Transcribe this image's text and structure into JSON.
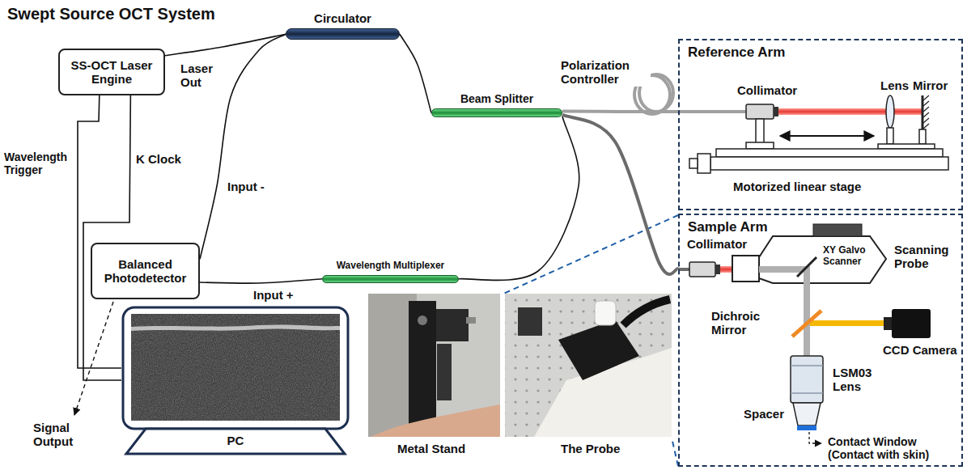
{
  "diagram": {
    "title": "Swept Source OCT System",
    "nodes": [
      {
        "text": [
          "SS-OCT Laser Engine"
        ]
      },
      {
        "text": [
          "Circulator"
        ]
      },
      {
        "text": [
          "Beam Splitter"
        ]
      },
      {
        "text": [
          "Reference Arm"
        ]
      },
      {
        "text": [
          "Sample Arm"
        ]
      },
      {
        "text": [
          "Balanced Photodetector"
        ]
      },
      {
        "text": [
          "Wavelength Multiplexer"
        ]
      },
      {
        "text": [
          "PC"
        ]
      }
    ],
    "edges": [
      {
        "from": 0,
        "to": 1,
        "arrow": "none",
        "label": "Laser Out"
      },
      {
        "from": 1,
        "to": 2,
        "arrow": "none"
      },
      {
        "from": 2,
        "to": 3,
        "arrow": "none"
      },
      {
        "from": 2,
        "to": 4,
        "arrow": "none"
      },
      {
        "from": 1,
        "to": 5,
        "arrow": "none",
        "label": "Input -"
      },
      {
        "from": 2,
        "to": 6,
        "arrow": "none"
      },
      {
        "from": 6,
        "to": 5,
        "arrow": "none",
        "label": "Input +"
      },
      {
        "from": 0,
        "to": 7,
        "arrow": "none",
        "label": "Wavelength Trigger"
      },
      {
        "from": 0,
        "to": 7,
        "arrow": "none",
        "label": "K Clock"
      }
    ],
    "labels": [
      "Polarization Controller",
      "Collimator",
      "Lens",
      "Mirror",
      "Motorized linear stage",
      "Collimator",
      "XY Galvo Scanner",
      "Scanning Probe",
      "Dichroic Mirror",
      "CCD Camera",
      "LSM03 Lens",
      "Spacer",
      "Contact Window (Contact with skin)",
      "Signal Output",
      "Metal Stand",
      "The Probe"
    ]
  }
}
